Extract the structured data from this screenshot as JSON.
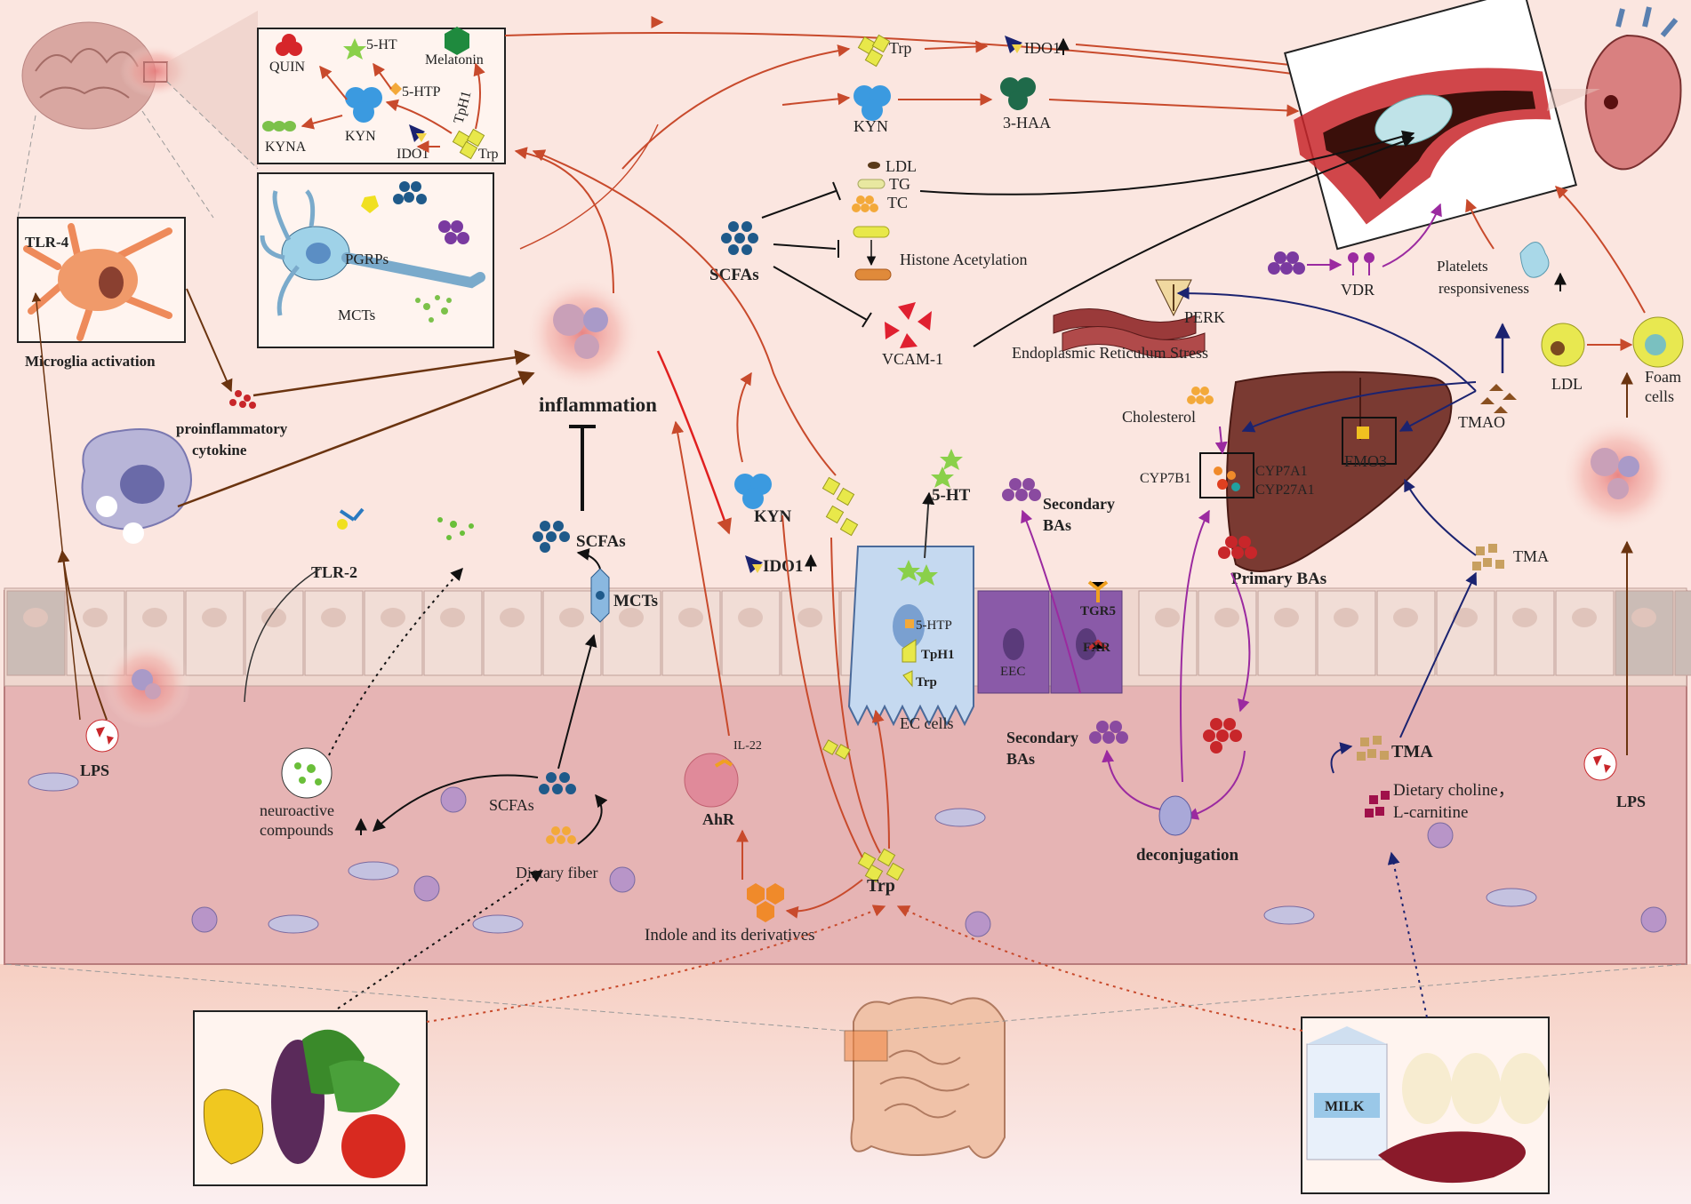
{
  "brain": {
    "quin": "QUIN",
    "ht5": "5-HT",
    "melatonin": "Melatonin",
    "htp5": "5-HTP",
    "tph1": "TpH1",
    "kyna": "KYNA",
    "kyn": "KYN",
    "ido1": "IDO1",
    "trp": "Trp"
  },
  "neuron": {
    "pgrps": "PGRPs",
    "mcts": "MCTs"
  },
  "microglia": {
    "tlr4": "TLR-4",
    "caption": "Microglia activation"
  },
  "cytokine": {
    "line1": "proinflammatory",
    "line2": "cytokine"
  },
  "inflammation": "inflammation",
  "top_pathway": {
    "trp": "Trp",
    "ido1": "IDO1",
    "kyn": "KYN",
    "haa": "3-HAA"
  },
  "lipids": {
    "ldl": "LDL",
    "tg": "TG",
    "tc": "TC",
    "scfas": "SCFAs",
    "histone": "Histone Acetylation",
    "vcam": "VCAM-1"
  },
  "vdr": {
    "label": "VDR",
    "platelets1": "Platelets",
    "platelets2": "responsiveness"
  },
  "er": {
    "perk": "PERK",
    "caption": "Endoplasmic Reticulum Stress"
  },
  "liver": {
    "cholesterol": "Cholesterol",
    "cyp7b1": "CYP7B1",
    "cyp7a1": "CYP7A1",
    "cyp27a1": "CYP27A1",
    "fmo3": "FMO3",
    "tmao": "TMAO",
    "primary_bas": "Primary BAs"
  },
  "foam": {
    "ldl": "LDL",
    "foam1": "Foam",
    "foam2": "cells"
  },
  "mid": {
    "tlr2": "TLR-2",
    "scfas": "SCFAs",
    "mcts": "MCTs",
    "kyn": "KYN",
    "ido1": "IDO1",
    "ht5": "5-HT",
    "ht5p": "5-HTP",
    "tph1": "TpH1",
    "trp": "Trp",
    "ec_cells": "EC cells",
    "eec": "EEC",
    "tgr5": "TGR5",
    "fxr": "FXR",
    "secondary_bas_top1": "Secondary",
    "secondary_bas_top2": "BAs",
    "tma_top": "TMA"
  },
  "gut": {
    "lps_left": "LPS",
    "lps_right": "LPS",
    "neuro1": "neuroactive",
    "neuro2": "compounds",
    "scfas": "SCFAs",
    "fiber": "Dietary fiber",
    "il22": "IL-22",
    "ahr": "AhR",
    "trp": "Trp",
    "indole": "Indole and its derivatives",
    "sec1": "Secondary",
    "sec2": "BAs",
    "deconj": "deconjugation",
    "tma": "TMA",
    "choline1": "Dietary choline，",
    "choline2": "L-carnitine"
  },
  "food": {
    "milk": "MILK"
  },
  "colors": {
    "arrow_red": "#c84a2c",
    "arrow_navy": "#1b2370",
    "arrow_purple": "#9b2aa0",
    "arrow_brown": "#6b3410",
    "gut_fill": "#e6b4b4",
    "liver": "#7a3a32"
  }
}
